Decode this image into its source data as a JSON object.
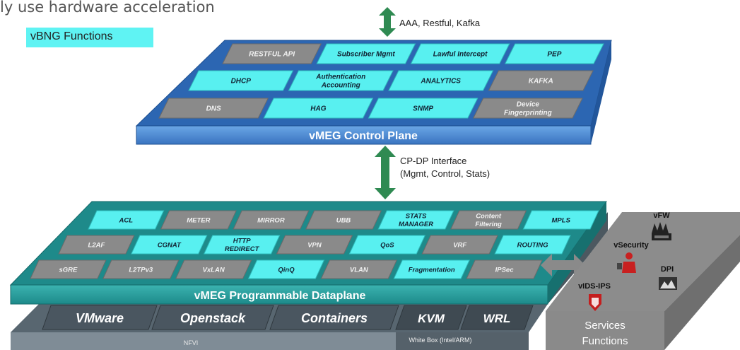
{
  "header": {
    "intro_text": "ly use hardware acceleration",
    "section_label": "vBNG Functions"
  },
  "north_interface": {
    "label": "AAA, Restful, Kafka"
  },
  "control_plane": {
    "title": "vMEG Control Plane",
    "functions": [
      [
        "RESTFUL API",
        "Subscriber Mgmt",
        "Lawful Intercept",
        "PEP"
      ],
      [
        "DHCP",
        "Authentication\nAccounting",
        "ANALYTICS",
        "KAFKA"
      ],
      [
        "DNS",
        "HAG",
        "SNMP",
        "Device\nFingerprinting"
      ]
    ]
  },
  "cp_dp_interface": {
    "line1": "CP-DP Interface",
    "line2": "(Mgmt, Control, Stats)"
  },
  "dataplane": {
    "title": "vMEG Programmable Dataplane",
    "functions": [
      [
        "ACL",
        "METER",
        "MIRROR",
        "UBB",
        "STATS\nMANAGER",
        "Content\nFiltering",
        "MPLS"
      ],
      [
        "L2AF",
        "CGNAT",
        "HTTP\nREDIRECT",
        "VPN",
        "QoS",
        "VRF",
        "ROUTING"
      ],
      [
        "sGRE",
        "L2TPv3",
        "VxLAN",
        "QinQ",
        "VLAN",
        "Fragmentation",
        "IPSec"
      ]
    ]
  },
  "nfvi": {
    "platforms": [
      "VMware",
      "Openstack",
      "Containers",
      "KVM",
      "WRL"
    ],
    "nfvi_label": "NFVI",
    "whitebox_label": "White Box (Intel/ARM)"
  },
  "services": {
    "title_line1": "Services",
    "title_line2": "Functions",
    "items": [
      "vFW",
      "vSecurity",
      "DPI",
      "vIDS-IPS"
    ]
  },
  "colors": {
    "cyan_tile": "#58f0f0",
    "gray_tile": "#8a8a8a",
    "control_plane_blue": "#3b78c8",
    "dataplane_teal": "#1f8d8d",
    "arrow_green": "#2f8a52",
    "services_gray": "#8c8c8c"
  },
  "icons": {
    "north_arrow": "double-arrow-icon",
    "cpdp_arrow": "double-arrow-icon",
    "services_arrow": "double-arrow-icon",
    "vfw": "firewall-icon",
    "vsecurity": "security-guard-icon",
    "dpi": "inspection-icon",
    "vids": "shield-icon"
  }
}
